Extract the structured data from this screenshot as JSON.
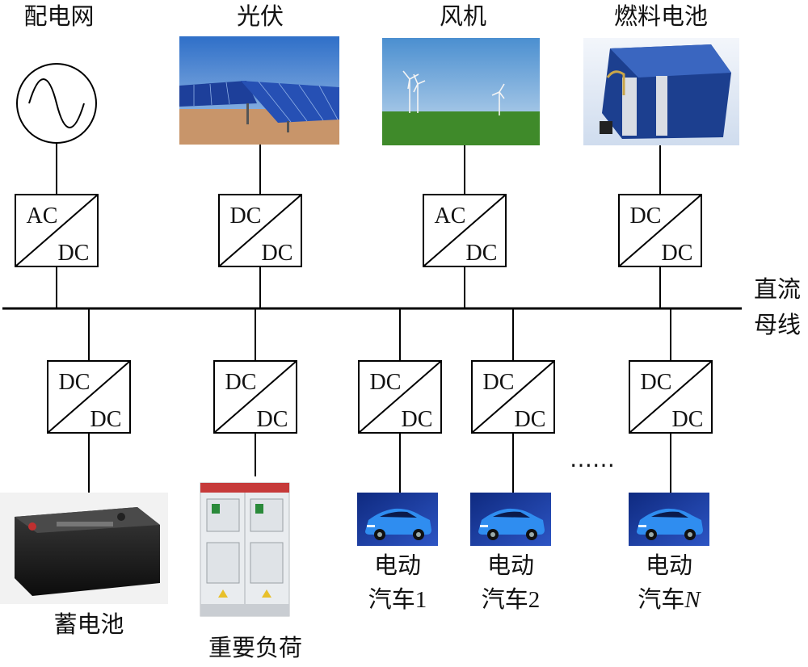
{
  "top_sources": [
    {
      "title": "配电网",
      "converter_top": "AC",
      "converter_bottom": "DC"
    },
    {
      "title": "光伏",
      "converter_top": "DC",
      "converter_bottom": "DC"
    },
    {
      "title": "风机",
      "converter_top": "AC",
      "converter_bottom": "DC"
    },
    {
      "title": "燃料电池",
      "converter_top": "DC",
      "converter_bottom": "DC"
    }
  ],
  "bus_label": {
    "line1": "直流",
    "line2": "母线"
  },
  "bottom_loads": [
    {
      "converter_top": "DC",
      "converter_bottom": "DC",
      "label_line1": "蓄电池",
      "label_line2": ""
    },
    {
      "converter_top": "DC",
      "converter_bottom": "DC",
      "label_line1": "重要负荷",
      "label_line2": ""
    },
    {
      "converter_top": "DC",
      "converter_bottom": "DC",
      "label_line1": "电动",
      "label_line2": "汽车",
      "label_suffix": "1"
    },
    {
      "converter_top": "DC",
      "converter_bottom": "DC",
      "label_line1": "电动",
      "label_line2": "汽车",
      "label_suffix": "2"
    },
    {
      "converter_top": "DC",
      "converter_bottom": "DC",
      "label_line1": "电动",
      "label_line2": "汽车",
      "label_suffix": "N"
    }
  ],
  "ellipsis": "……",
  "colors": {
    "line": "#000000",
    "ev_background": "#1a3a9a",
    "ev_body": "#2c8fe8"
  }
}
